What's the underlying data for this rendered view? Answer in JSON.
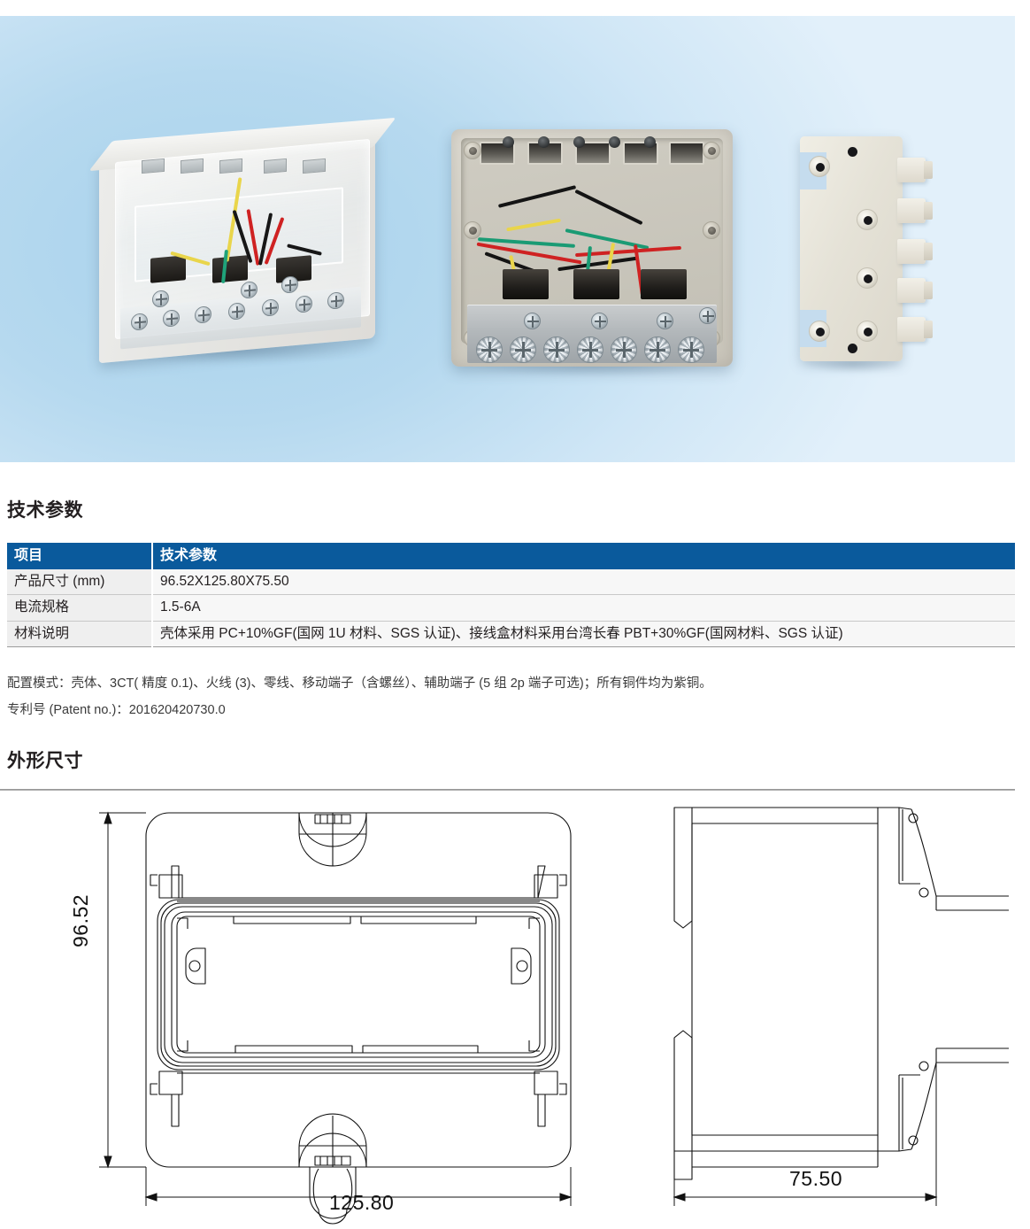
{
  "hero": {
    "name": "product-photo-banner",
    "background_top": "#dcecf8",
    "background_mid": "#a8d2ec",
    "photos": [
      {
        "alt": "assembled meter junction box with transparent polycarbonate cover, three current transformers and colored wiring"
      },
      {
        "alt": "open junction box interior showing 3 CT modules, red black yellow green wiring and seven terminal screws"
      },
      {
        "alt": "rear mounting plate with five side tabs and four mounting bosses"
      }
    ]
  },
  "sections": {
    "spec_title": "技术参数",
    "dim_title": "外形尺寸"
  },
  "spec_table": {
    "headers": [
      "项目",
      "技术参数"
    ],
    "rows": [
      {
        "key": "产品尺寸 (mm)",
        "value": "96.52X125.80X75.50"
      },
      {
        "key": "电流规格",
        "value": "1.5-6A"
      },
      {
        "key": "材料说明",
        "value": "壳体采用 PC+10%GF(国网 1U 材料、SGS 认证)、接线盒材料采用台湾长春 PBT+30%GF(国网材料、SGS 认证)"
      }
    ]
  },
  "notes": {
    "config": "配置模式：壳体、3CT( 精度 0.1)、火线 (3)、零线、移动端子（含螺丝）、辅助端子 (5 组 2p 端子可选)；所有铜件均为紫铜。",
    "patent": "专利号 (Patent no.)：201620420730.0"
  },
  "drawing": {
    "height_label": "96.52",
    "width_label": "125.80",
    "depth_label": "75.50",
    "front_view_alt": "front outline view of the junction box with sealing cap details",
    "side_view_alt": "side profile view of the junction box"
  },
  "colors": {
    "header_blue": "#0a5a9c",
    "row_alt": "#efefef",
    "row_bg": "#f7f7f7",
    "text": "#231f20"
  }
}
